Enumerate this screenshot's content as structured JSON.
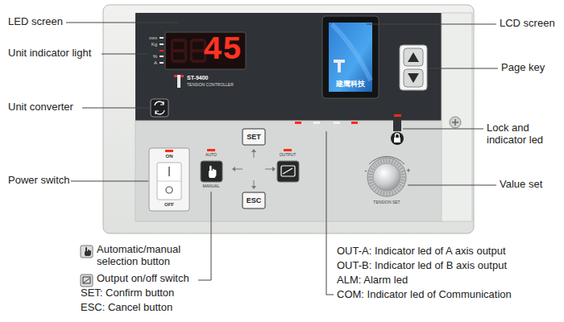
{
  "diagram": {
    "nodes": [
      {
        "text": [
          "45"
        ]
      },
      {
        "text": [
          "建鹰科技"
        ]
      },
      {
        "text": [
          "SET"
        ]
      },
      {
        "text": [
          "ESC"
        ]
      }
    ],
    "labels": [
      "LED screen",
      "Unit indicator light",
      "Unit converter",
      "Power switch",
      "LCD screen",
      "Page key",
      "Lock and indicator led",
      "Value set",
      "mm",
      "Kg",
      "%",
      "A",
      "ST-9400",
      "TENSION CONTROLLER",
      "ON",
      "OFF",
      "AUTO",
      "MANUAL",
      "OUTPUT",
      "OUT-A",
      "OUT-B",
      "ALM",
      "COM",
      "TENSION SET",
      "-",
      "+",
      "Automatic/manual selection button",
      "Output on/off switch",
      "SET: Confirm button",
      "ESC: Cancel button",
      "OUT-A: Indicator led of A axis output",
      "OUT-B: Indicator led of B axis output",
      "ALM: Alarm led",
      "COM: Indicator led of Communication"
    ]
  }
}
